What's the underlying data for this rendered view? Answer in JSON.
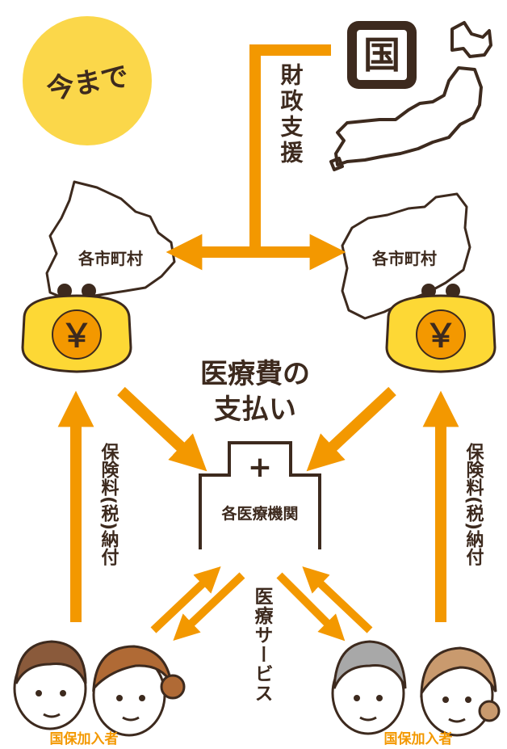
{
  "badge": {
    "label": "今まで"
  },
  "national": {
    "kanji": "国",
    "flow_label": "財政支援"
  },
  "municipality": {
    "left_label": "各市町村",
    "right_label": "各市町村"
  },
  "wallet": {
    "symbol": "￥"
  },
  "payment": {
    "line1": "医療費の",
    "line2": "支払い"
  },
  "hospital": {
    "label": "各医療機関",
    "cross": "+"
  },
  "service": {
    "label": "医療サービス"
  },
  "premium": {
    "left_label": "保険料(税)納付",
    "right_label": "保険料(税)納付"
  },
  "insured": {
    "left_label": "国保加入者",
    "right_label": "国保加入者"
  },
  "colors": {
    "accent": "#f39800",
    "badge": "#fbd74a",
    "dark": "#3d2a1e",
    "wallet": "#fdd835"
  }
}
